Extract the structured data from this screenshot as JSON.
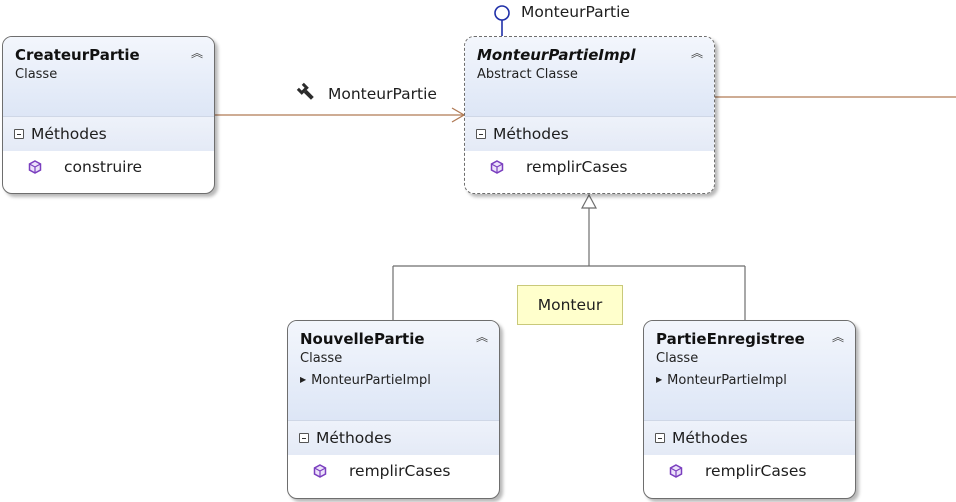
{
  "interface_lollipop": {
    "label": "MonteurPartie"
  },
  "association": {
    "label": "MonteurPartie",
    "icon": "wrench-icon"
  },
  "comment": {
    "text": "Monteur"
  },
  "colors": {
    "association_line": "#b07a55",
    "inheritance_line": "#6e6e6e",
    "interface_lollipop": "#1f2fa8",
    "method_icon": "#7a3fbf",
    "comment_background": "#ffffcc"
  },
  "classes": {
    "createur": {
      "name": "CreateurPartie",
      "kind": "Classe",
      "abstract": false,
      "section": "Méthodes",
      "methods": [
        "construire"
      ]
    },
    "monteur_impl": {
      "name": "MonteurPartieImpl",
      "kind": "Abstract Classe",
      "abstract": true,
      "section": "Méthodes",
      "methods": [
        "remplirCases"
      ]
    },
    "nouvelle": {
      "name": "NouvellePartie",
      "kind": "Classe",
      "inherits": "MonteurPartieImpl",
      "abstract": false,
      "section": "Méthodes",
      "methods": [
        "remplirCases"
      ]
    },
    "enregistree": {
      "name": "PartieEnregistree",
      "kind": "Classe",
      "inherits": "MonteurPartieImpl",
      "abstract": false,
      "section": "Méthodes",
      "methods": [
        "remplirCases"
      ]
    }
  }
}
